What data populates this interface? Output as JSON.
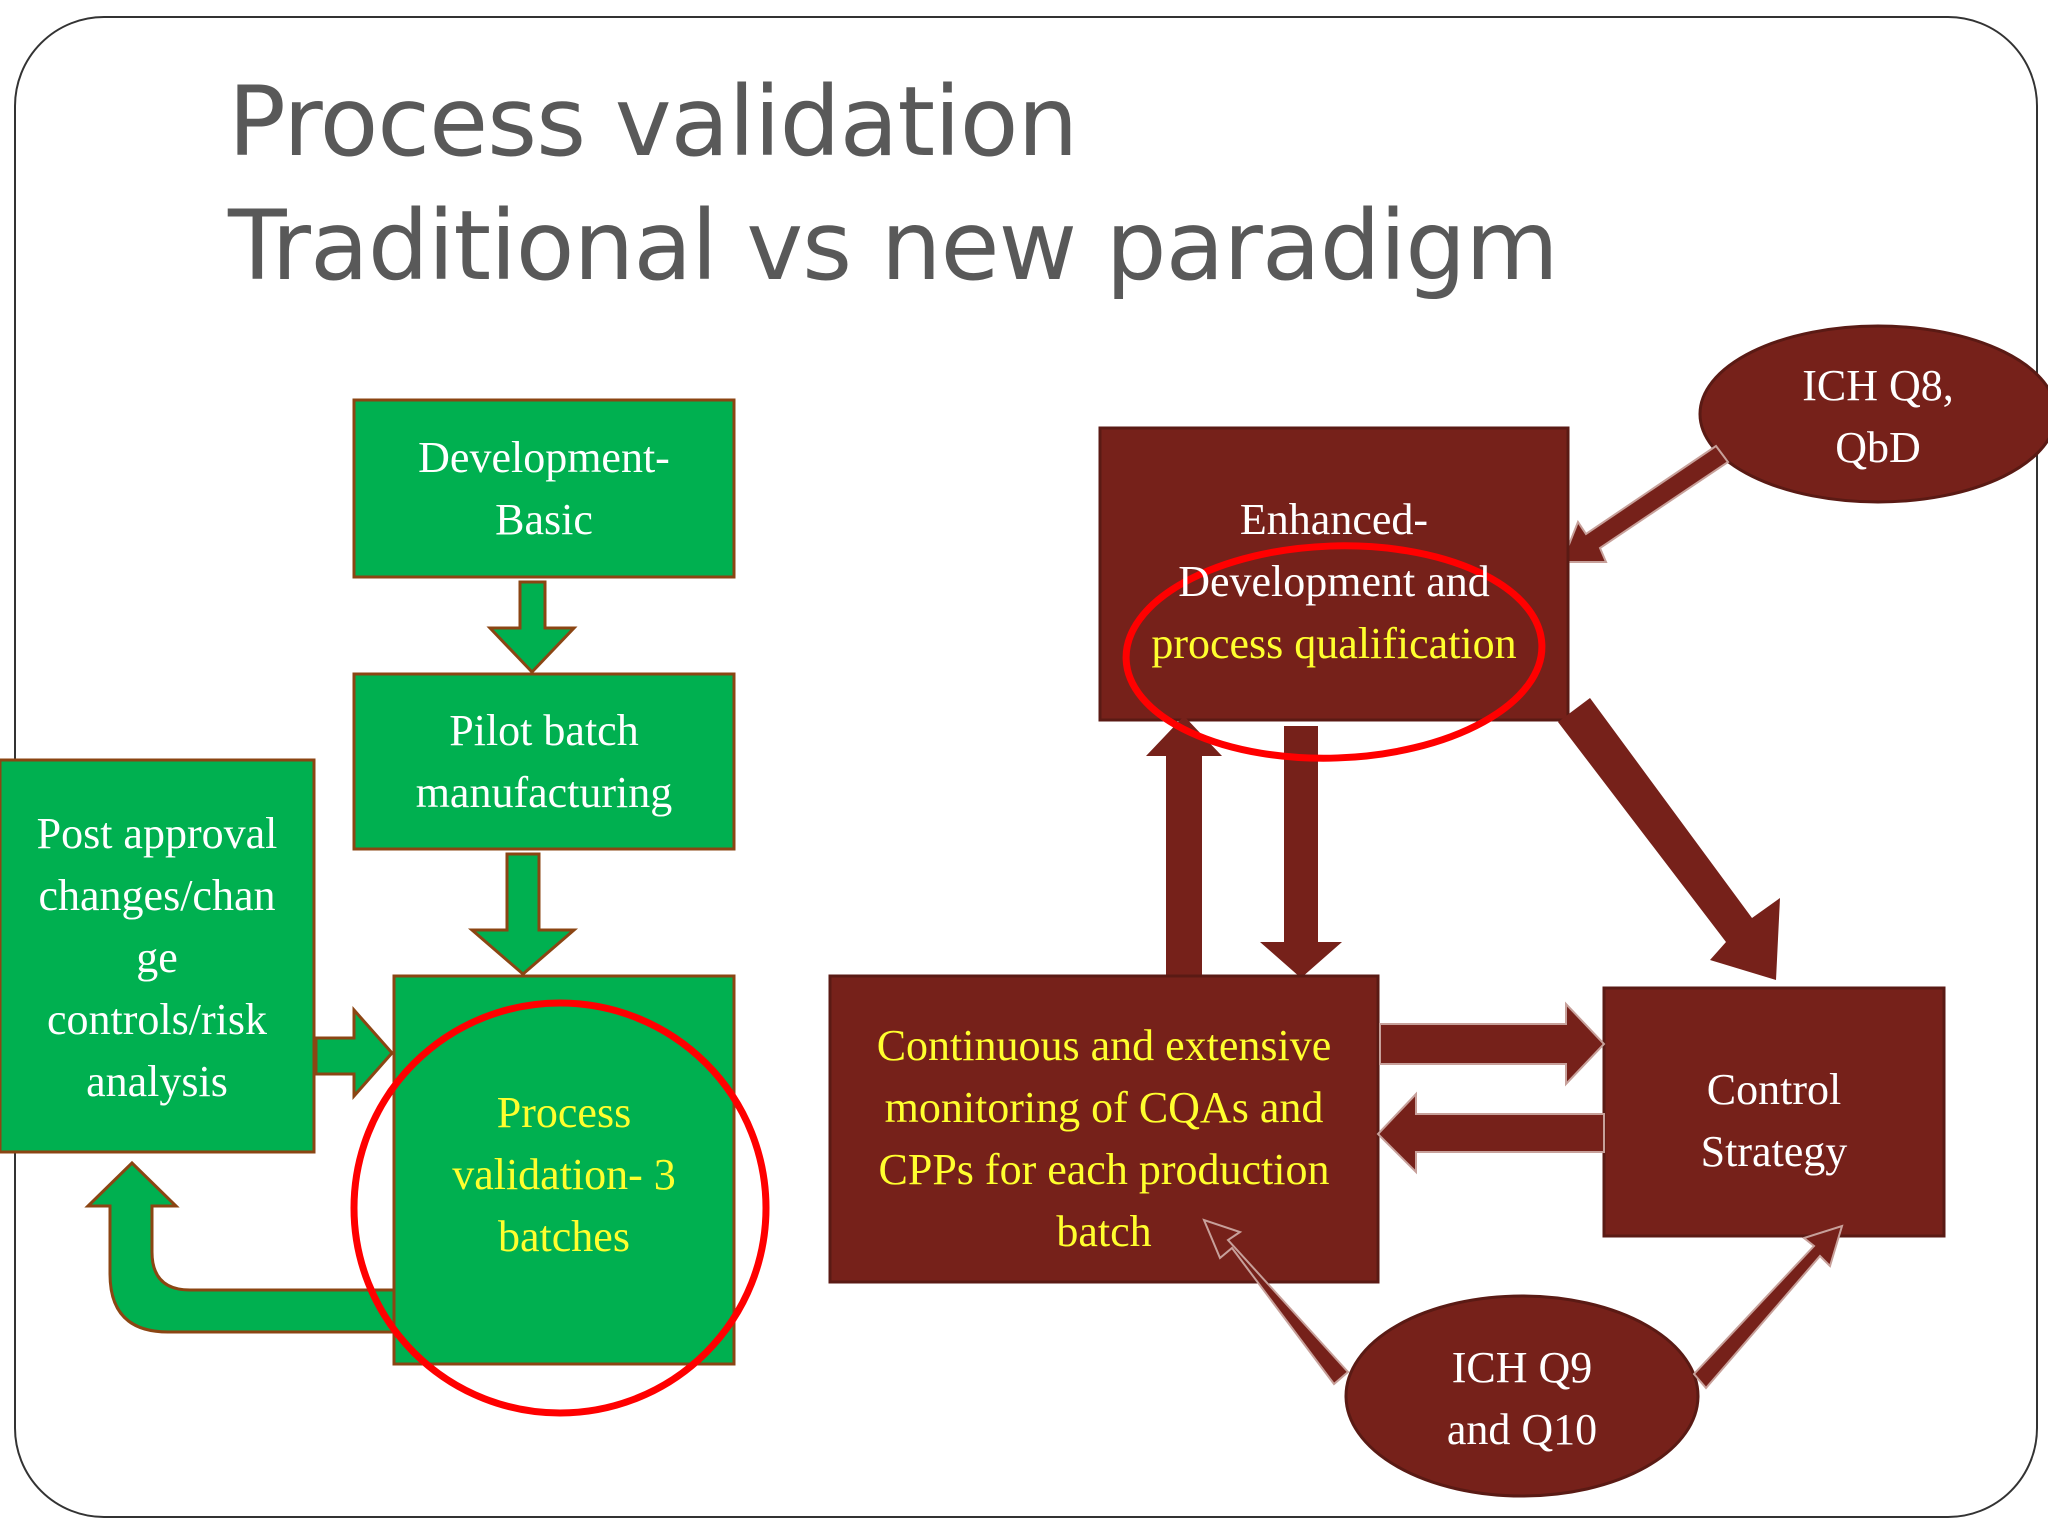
{
  "slide": {
    "title_line1": "Process validation",
    "title_line2": "Traditional vs new paradigm"
  },
  "traditional": {
    "development_basic": [
      "Development-",
      "Basic"
    ],
    "pilot_batch": [
      "Pilot batch",
      "manufacturing"
    ],
    "post_approval": [
      "Post approval",
      "changes/chan",
      "ge",
      "controls/risk",
      "analysis"
    ],
    "process_validation": [
      "Process",
      "validation- 3",
      "batches"
    ]
  },
  "new_paradigm": {
    "ich_q8": [
      "ICH Q8,",
      "QbD"
    ],
    "enhanced_line1": "Enhanced-",
    "enhanced_line2": "Development and",
    "enhanced_line3": "process qualification",
    "continuous": [
      "Continuous and extensive",
      "monitoring  of CQAs and",
      "CPPs for each production",
      "batch"
    ],
    "control_strategy": [
      "Control",
      "Strategy"
    ],
    "ich_q9_q10": [
      "ICH Q9",
      "and Q10"
    ]
  },
  "colors": {
    "green_fill": "#00b050",
    "green_border": "#8b4513",
    "maroon_fill": "#76211a",
    "highlight_circle": "#ff0000",
    "yellow_text": "#ffff2e",
    "title_text": "#595959"
  }
}
